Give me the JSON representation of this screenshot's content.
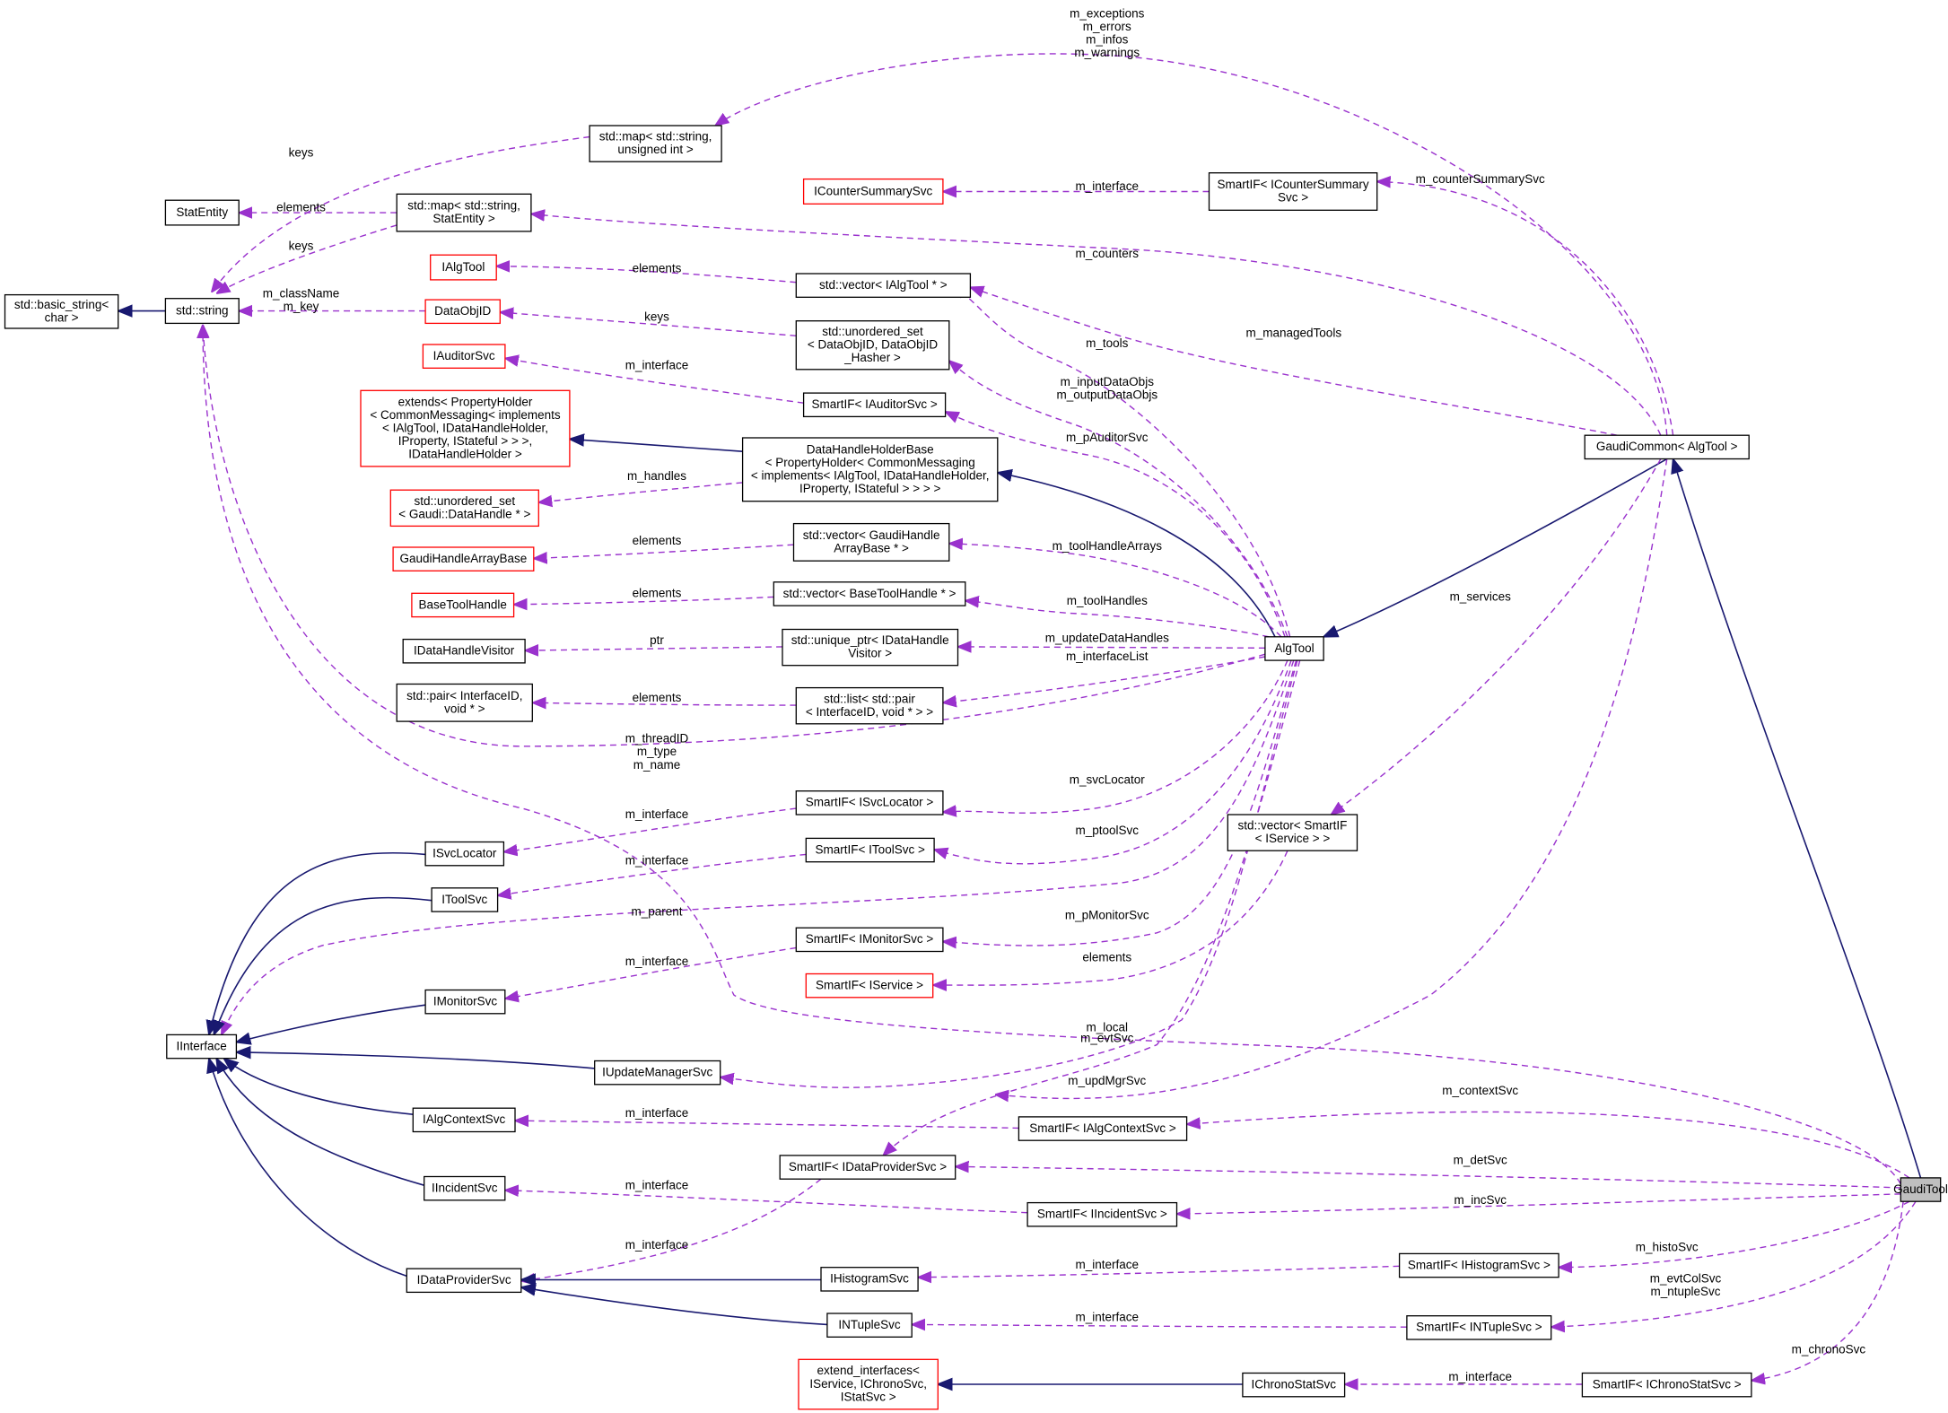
{
  "nodes": {
    "n_basic_string": [
      "std::basic_string<",
      "char >"
    ],
    "n_string": [
      "std::string"
    ],
    "n_statentity": [
      "StatEntity"
    ],
    "n_map_uint": [
      "std::map< std::string,",
      "unsigned int >"
    ],
    "n_map_stat": [
      "std::map< std::string,",
      "StatEntity >"
    ],
    "n_icountersummarysvc": [
      "ICounterSummarySvc"
    ],
    "n_smartif_counter": [
      "SmartIF< ICounterSummary",
      "Svc >"
    ],
    "n_ialgtool": [
      "IAlgTool"
    ],
    "n_vector_ialgtool": [
      "std::vector< IAlgTool * >"
    ],
    "n_dataobjid": [
      "DataObjID"
    ],
    "n_unordered_dataobjid": [
      "std::unordered_set",
      "< DataObjID, DataObjID",
      "_Hasher >"
    ],
    "n_iauditorsvc": [
      "IAuditorSvc"
    ],
    "n_smartif_auditor": [
      "SmartIF< IAuditorSvc >"
    ],
    "n_extends": [
      "extends< PropertyHolder",
      "< CommonMessaging< implements",
      "< IAlgTool, IDataHandleHolder,",
      "IProperty, IStateful > > >,",
      "IDataHandleHolder >"
    ],
    "n_datahandleholderbase": [
      "DataHandleHolderBase",
      "< PropertyHolder< CommonMessaging",
      "< implements< IAlgTool, IDataHandleHolder,",
      "IProperty, IStateful > > > >"
    ],
    "n_unordered_datahandle": [
      "std::unordered_set",
      "< Gaudi::DataHandle * >"
    ],
    "n_gaudihandlearraybase": [
      "GaudiHandleArrayBase"
    ],
    "n_vector_gaudihandle": [
      "std::vector< GaudiHandle",
      "ArrayBase * >"
    ],
    "n_basetoolhandle": [
      "BaseToolHandle"
    ],
    "n_vector_basetoolhandle": [
      "std::vector< BaseToolHandle * >"
    ],
    "n_idatahandlevisitor": [
      "IDataHandleVisitor"
    ],
    "n_unique_ptr": [
      "std::unique_ptr< IDataHandle",
      "Visitor >"
    ],
    "n_pair": [
      "std::pair< InterfaceID,",
      "void * >"
    ],
    "n_list_pair": [
      "std::list< std::pair",
      "< InterfaceID, void * > >"
    ],
    "n_algtool": [
      "AlgTool"
    ],
    "n_gaudicommon": [
      "GaudiCommon< AlgTool >"
    ],
    "n_smartif_svclocator": [
      "SmartIF< ISvcLocator >"
    ],
    "n_isvclocator": [
      "ISvcLocator"
    ],
    "n_smartif_toolsvc": [
      "SmartIF< IToolSvc >"
    ],
    "n_itoolsvc": [
      "IToolSvc"
    ],
    "n_vector_smartif_iservice": [
      "std::vector< SmartIF",
      "< IService > >"
    ],
    "n_smartif_monitorsvc": [
      "SmartIF< IMonitorSvc >"
    ],
    "n_imonitorsvc": [
      "IMonitorSvc"
    ],
    "n_smartif_iservice": [
      "SmartIF< IService >"
    ],
    "n_iinterface": [
      "IInterface"
    ],
    "n_iupdatemanagersvc": [
      "IUpdateManagerSvc"
    ],
    "n_smartif_algcontext": [
      "SmartIF< IAlgContextSvc >"
    ],
    "n_ialgcontextsvc": [
      "IAlgContextSvc"
    ],
    "n_smartif_dataprovider": [
      "SmartIF< IDataProviderSvc >"
    ],
    "n_gauditool": [
      "GaudiTool"
    ],
    "n_iincidentsvc": [
      "IIncidentSvc"
    ],
    "n_smartif_incident": [
      "SmartIF< IIncidentSvc >"
    ],
    "n_idataprovidersvc": [
      "IDataProviderSvc"
    ],
    "n_ihistogramsvc": [
      "IHistogramSvc"
    ],
    "n_smartif_histogram": [
      "SmartIF< IHistogramSvc >"
    ],
    "n_intuplesvc": [
      "INTupleSvc"
    ],
    "n_smartif_ntuple": [
      "SmartIF< INTupleSvc >"
    ],
    "n_extend_interfaces": [
      "extend_interfaces<",
      "IService, IChronoSvc,",
      "IStatSvc >"
    ],
    "n_ichronostatsvc": [
      "IChronoStatSvc"
    ],
    "n_smartif_chrono": [
      "SmartIF< IChronoStatSvc >"
    ]
  },
  "edge_labels": {
    "l_basic_string": [],
    "l_str_map_uint": [
      "keys"
    ],
    "l_stat_elems": [
      "elements"
    ],
    "l_str_keys2": [
      "keys"
    ],
    "l_str_dataobj": [
      "m_className",
      "m_key"
    ],
    "l_str_algtool": [
      "m_threadID",
      "m_type",
      "m_name"
    ],
    "l_str_gauditool": [
      "m_local"
    ],
    "l_mapuint_gc": [
      "m_exceptions",
      "m_errors",
      "m_infos",
      "m_warnings"
    ],
    "l_mapstat_gc": [
      "m_counters"
    ],
    "l_icsum_sif": [
      "m_interface"
    ],
    "l_sifcsum_gc": [
      "m_counterSummarySvc"
    ],
    "l_ialg_vec": [
      "elements"
    ],
    "l_vec_algtool": [
      "m_tools"
    ],
    "l_vec_gc": [
      "m_managedTools"
    ],
    "l_dobj_uset": [
      "keys"
    ],
    "l_uset_algtool": [
      "m_inputDataObjs",
      "m_outputDataObjs"
    ],
    "l_iaud_sif": [
      "m_interface"
    ],
    "l_sifaud_algtool": [
      "m_pAuditorSvc"
    ],
    "l_uset_dh": [
      "m_handles"
    ],
    "l_gha_vec": [
      "elements"
    ],
    "l_vecgh_algtool": [
      "m_toolHandleArrays"
    ],
    "l_bth_vec": [
      "elements"
    ],
    "l_vecbth_algtool": [
      "m_toolHandles"
    ],
    "l_idhv_uptr": [
      "ptr"
    ],
    "l_uptr_algtool": [
      "m_updateDataHandles"
    ],
    "l_pair_list": [
      "elements"
    ],
    "l_list_algtool": [
      "m_interfaceList"
    ],
    "l_gc_vecsvc": [
      "m_services"
    ],
    "l_isvcl_sif": [
      "m_interface"
    ],
    "l_sifsvcl_algtool": [
      "m_svcLocator"
    ],
    "l_itool_sif": [
      "m_interface"
    ],
    "l_siftool_algtool": [
      "m_ptoolSvc"
    ],
    "l_iint_algtool": [
      "m_parent"
    ],
    "l_imon_sif": [
      "m_interface"
    ],
    "l_sifmon_algtool": [
      "m_pMonitorSvc"
    ],
    "l_vecsvc_sifsvc": [
      "elements"
    ],
    "l_iupd_algtool": [
      "m_updMgrSvc"
    ],
    "l_sifdp_algtool": [
      "m_evtSvc"
    ],
    "l_iupd_gc": [],
    "l_ictx_sif": [
      "m_interface"
    ],
    "l_sifctx_gt": [
      "m_contextSvc"
    ],
    "l_idp_sif": [
      "m_interface"
    ],
    "l_sifdp_gt": [
      "m_detSvc"
    ],
    "l_iinc_sif": [
      "m_interface"
    ],
    "l_sifinc_gt": [
      "m_incSvc"
    ],
    "l_ihist_sif": [
      "m_interface"
    ],
    "l_sifhist_gt": [
      "m_histoSvc"
    ],
    "l_intup_sif": [
      "m_interface"
    ],
    "l_sifntup_gt": [
      "m_evtColSvc",
      "m_ntupleSvc"
    ],
    "l_ichrono_sif": [
      "m_interface"
    ],
    "l_sifchrono_gt": [
      "m_chronoSvc"
    ]
  },
  "colors": {
    "usage_edge": "#9a32cd",
    "inheritance_edge": "#191970",
    "missing_doc_border": "#ff0000",
    "highlight_fill": "#bfbfbf"
  }
}
